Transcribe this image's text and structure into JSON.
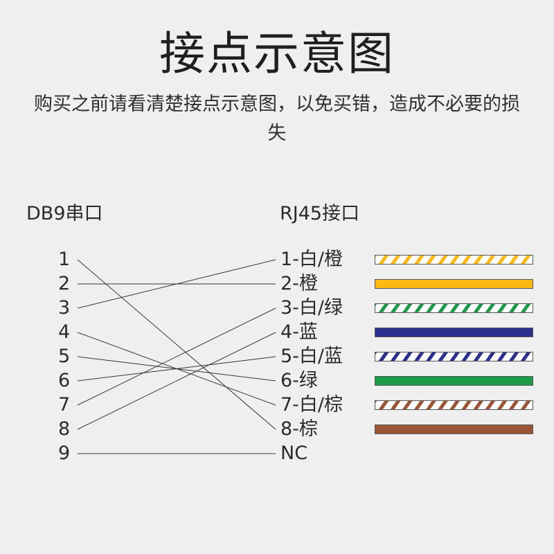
{
  "title": "接点示意图",
  "subtitle": "购买之前请看清楚接点示意图，以免买错，造成不必要的损失",
  "db9": {
    "header": "DB9串口",
    "pins": [
      "1",
      "2",
      "3",
      "4",
      "5",
      "6",
      "7",
      "8",
      "9"
    ]
  },
  "rj45": {
    "header": "RJ45接口",
    "pins": [
      "1-白/橙",
      "2-橙",
      "3-白/绿",
      "4-蓝",
      "5-白/蓝",
      "6-绿",
      "7-白/棕",
      "8-棕",
      "NC"
    ]
  },
  "connections": [
    {
      "db9": "1",
      "rj45": "8-棕"
    },
    {
      "db9": "2",
      "rj45": "2-橙"
    },
    {
      "db9": "3",
      "rj45": "1-白/橙"
    },
    {
      "db9": "4",
      "rj45": "7-白/棕"
    },
    {
      "db9": "5",
      "rj45": "6-绿"
    },
    {
      "db9": "6",
      "rj45": "5-白/蓝"
    },
    {
      "db9": "7",
      "rj45": "3-白/绿"
    },
    {
      "db9": "8",
      "rj45": "4-蓝"
    },
    {
      "db9": "9",
      "rj45": "NC"
    }
  ],
  "wire_colors": [
    {
      "pin": "1-白/橙",
      "color": "#fdb813",
      "striped": true
    },
    {
      "pin": "2-橙",
      "color": "#fdb813",
      "striped": false
    },
    {
      "pin": "3-白/绿",
      "color": "#1e9b48",
      "striped": true
    },
    {
      "pin": "4-蓝",
      "color": "#2b2f8f",
      "striped": false
    },
    {
      "pin": "5-白/蓝",
      "color": "#2b2f8f",
      "striped": true
    },
    {
      "pin": "6-绿",
      "color": "#1e9b48",
      "striped": false
    },
    {
      "pin": "7-白/棕",
      "color": "#9b5536",
      "striped": true
    },
    {
      "pin": "8-棕",
      "color": "#9b5536",
      "striped": false
    }
  ]
}
